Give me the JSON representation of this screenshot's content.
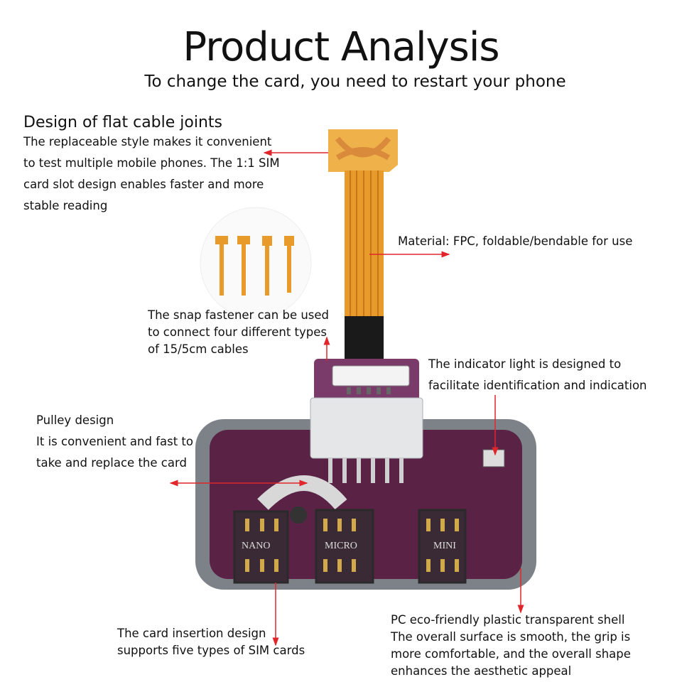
{
  "header": {
    "title": "Product Analysis",
    "subtitle": "To change the card, you need to restart your phone"
  },
  "callouts": {
    "cable_joints": {
      "heading": "Design of flat cable joints",
      "lines": [
        "The replaceable style makes it convenient",
        "to test multiple mobile phones. The 1:1 SIM",
        "card slot design enables faster and more",
        "stable reading"
      ]
    },
    "material": {
      "lines": [
        "Material: FPC, foldable/bendable for use"
      ]
    },
    "snap": {
      "lines": [
        "The snap fastener can be used",
        "to connect four different types",
        "of 15/5cm cables"
      ]
    },
    "indicator": {
      "lines": [
        "The indicator light is designed to",
        "facilitate identification and indication"
      ]
    },
    "pulley": {
      "lines": [
        "Pulley design",
        "It is convenient and fast to",
        "take and replace the card"
      ]
    },
    "card_insertion": {
      "lines": [
        "The card insertion design",
        "supports five types of SIM cards"
      ]
    },
    "shell": {
      "lines": [
        "PC eco-friendly plastic transparent shell",
        "The overall surface is smooth, the grip is",
        "more comfortable, and the overall shape",
        "enhances the aesthetic appeal"
      ]
    }
  },
  "product": {
    "slot_labels": [
      "NANO",
      "MICRO",
      "MINI"
    ]
  },
  "colors": {
    "arrow": "#e0262b",
    "fpc": "#e89a2a",
    "board": "#5a2346",
    "shell": "#8a8f95"
  }
}
